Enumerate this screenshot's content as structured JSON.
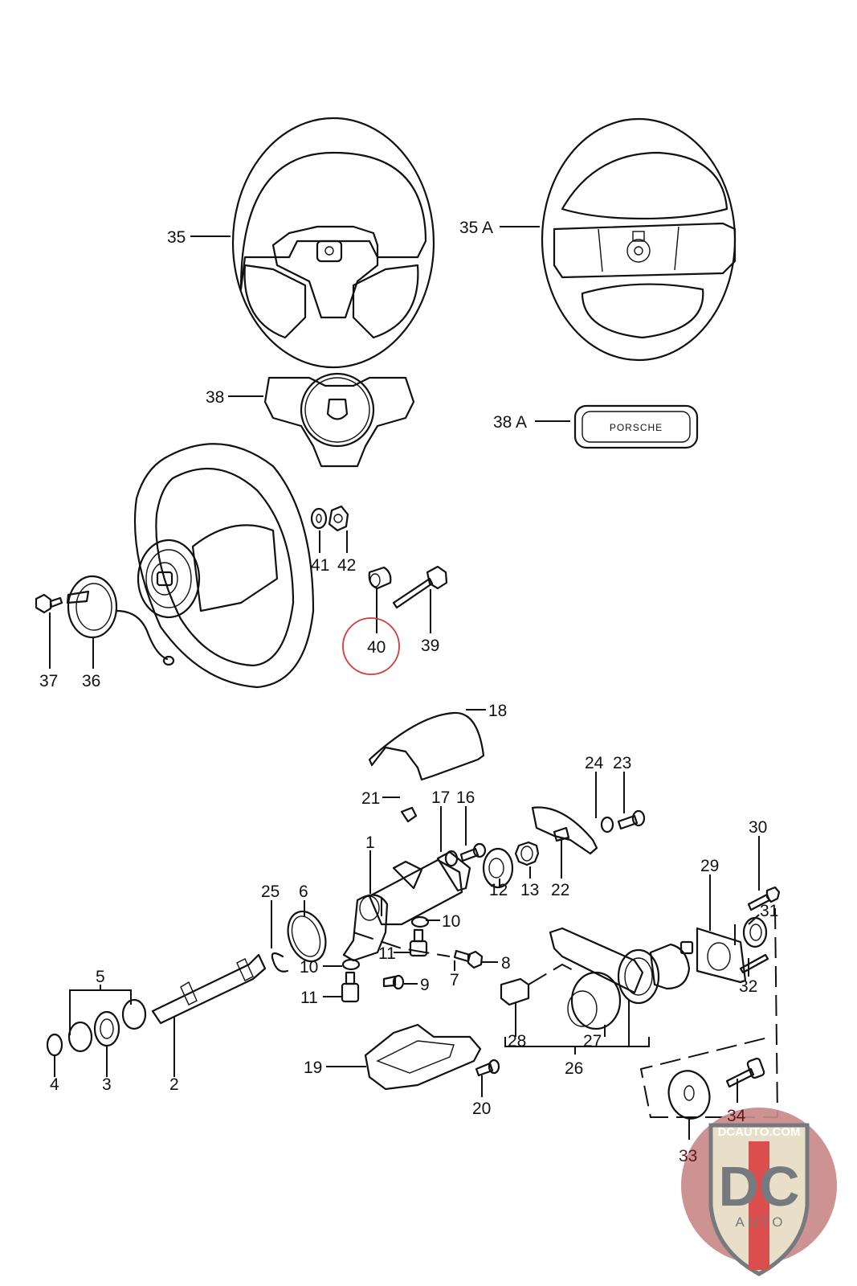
{
  "diagram": {
    "title": "Steering wheel and steering column exploded parts diagram",
    "callouts": [
      {
        "id": "35",
        "label": "35",
        "part": "steering-wheel-3-spoke"
      },
      {
        "id": "35A",
        "label": "35 A",
        "part": "steering-wheel-4-spoke"
      },
      {
        "id": "38",
        "label": "38",
        "part": "horn-pad-crest"
      },
      {
        "id": "38A",
        "label": "38 A",
        "part": "horn-pad-porsche-script"
      },
      {
        "id": "41",
        "label": "41",
        "part": "lock-washer"
      },
      {
        "id": "42",
        "label": "42",
        "part": "hex-nut"
      },
      {
        "id": "40",
        "label": "40",
        "part": "spacer-sleeve"
      },
      {
        "id": "39",
        "label": "39",
        "part": "hex-bolt"
      },
      {
        "id": "37",
        "label": "37",
        "part": "screw"
      },
      {
        "id": "36",
        "label": "36",
        "part": "contact-ring"
      },
      {
        "id": "18",
        "label": "18",
        "part": "upper-column-shroud"
      },
      {
        "id": "24",
        "label": "24",
        "part": "washer"
      },
      {
        "id": "23",
        "label": "23",
        "part": "screw"
      },
      {
        "id": "21",
        "label": "21",
        "part": "clip"
      },
      {
        "id": "17",
        "label": "17",
        "part": "washer"
      },
      {
        "id": "16",
        "label": "16",
        "part": "screw"
      },
      {
        "id": "1",
        "label": "1",
        "part": "steering-column-tube"
      },
      {
        "id": "12",
        "label": "12",
        "part": "bearing"
      },
      {
        "id": "13",
        "label": "13",
        "part": "star-washer"
      },
      {
        "id": "22",
        "label": "22",
        "part": "cancelling-cam-plate"
      },
      {
        "id": "30",
        "label": "30",
        "part": "bolt"
      },
      {
        "id": "29",
        "label": "29",
        "part": "gasket-plate"
      },
      {
        "id": "31",
        "label": "31",
        "part": "ring"
      },
      {
        "id": "32",
        "label": "32",
        "part": "pin"
      },
      {
        "id": "25",
        "label": "25",
        "part": "circlip"
      },
      {
        "id": "6",
        "label": "6",
        "part": "ring-seal"
      },
      {
        "id": "10a",
        "label": "10",
        "part": "washer-upper"
      },
      {
        "id": "10b",
        "label": "10",
        "part": "washer-lower"
      },
      {
        "id": "11a",
        "label": "11",
        "part": "bolt-upper"
      },
      {
        "id": "11b",
        "label": "11",
        "part": "bolt-lower"
      },
      {
        "id": "7",
        "label": "7",
        "part": "spring"
      },
      {
        "id": "8",
        "label": "8",
        "part": "nut"
      },
      {
        "id": "9",
        "label": "9",
        "part": "screw"
      },
      {
        "id": "5",
        "label": "5",
        "part": "circlip-set"
      },
      {
        "id": "4",
        "label": "4",
        "part": "circlip"
      },
      {
        "id": "3",
        "label": "3",
        "part": "bearing"
      },
      {
        "id": "2",
        "label": "2",
        "part": "steering-shaft"
      },
      {
        "id": "19",
        "label": "19",
        "part": "lower-column-shroud"
      },
      {
        "id": "20",
        "label": "20",
        "part": "screw"
      },
      {
        "id": "28",
        "label": "28",
        "part": "switch"
      },
      {
        "id": "27",
        "label": "27",
        "part": "ignition-switch"
      },
      {
        "id": "26",
        "label": "26",
        "part": "steering-lock-assembly"
      },
      {
        "id": "33",
        "label": "33",
        "part": "trim-ring"
      },
      {
        "id": "34",
        "label": "34",
        "part": "key"
      }
    ],
    "badge_text": "PORSCHE",
    "highlighted_callout": "40",
    "highlight_color": "#d23b3b"
  },
  "watermark": {
    "site": "DCAUTO.COM",
    "logo_letters": "DC",
    "logo_word": "AUTO",
    "colors": {
      "disc": "#c98a8a",
      "shield": "#e8dcc4",
      "stripe": "#d94040",
      "letters": "#6b6e72"
    }
  }
}
